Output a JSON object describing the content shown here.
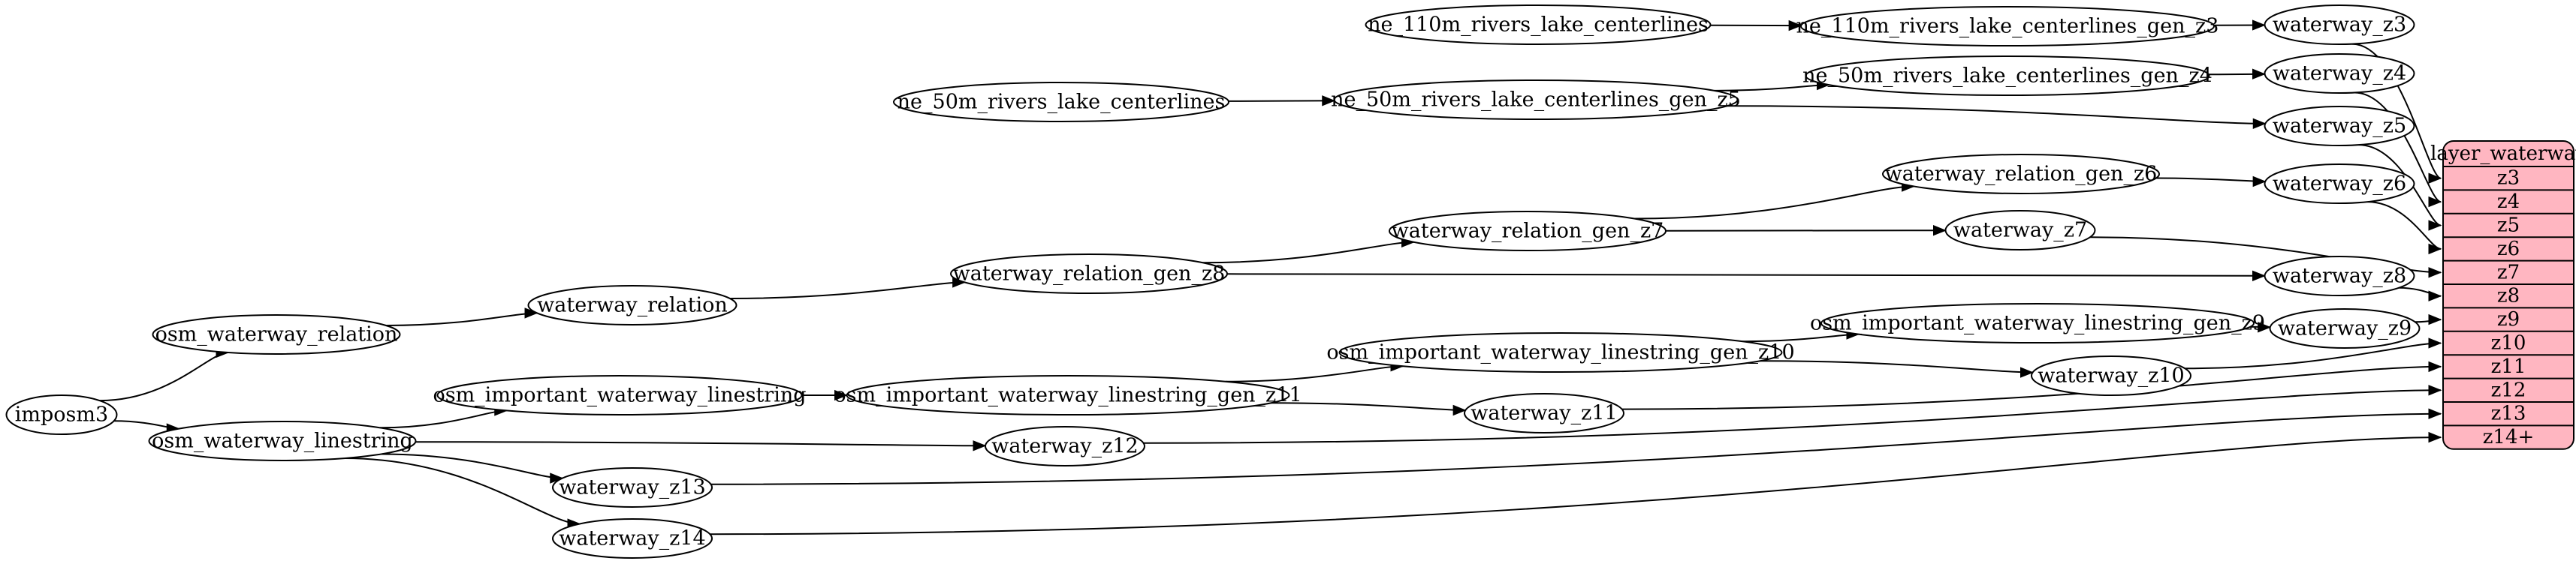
{
  "diagram": {
    "kind": "dataflow-graph",
    "direction": "left-to-right",
    "background": "#ffffff"
  },
  "colors": {
    "node_fill": "#ffffff",
    "node_stroke": "#000000",
    "edge_color": "#000000",
    "table_fill": "#ffb6c1",
    "table_stroke": "#000000",
    "text_color": "#000000"
  },
  "nodes": [
    {
      "id": "imposm3",
      "label": "imposm3"
    },
    {
      "id": "osm_waterway_relation",
      "label": "osm_waterway_relation"
    },
    {
      "id": "waterway_relation",
      "label": "waterway_relation"
    },
    {
      "id": "waterway_relation_gen_z8",
      "label": "waterway_relation_gen_z8"
    },
    {
      "id": "waterway_relation_gen_z7",
      "label": "waterway_relation_gen_z7"
    },
    {
      "id": "waterway_relation_gen_z6",
      "label": "waterway_relation_gen_z6"
    },
    {
      "id": "osm_waterway_linestring",
      "label": "osm_waterway_linestring"
    },
    {
      "id": "osm_important_waterway_linestring",
      "label": "osm_important_waterway_linestring"
    },
    {
      "id": "osm_important_waterway_linestring_gen_z11",
      "label": "osm_important_waterway_linestring_gen_z11"
    },
    {
      "id": "osm_important_waterway_linestring_gen_z10",
      "label": "osm_important_waterway_linestring_gen_z10"
    },
    {
      "id": "osm_important_waterway_linestring_gen_z9",
      "label": "osm_important_waterway_linestring_gen_z9"
    },
    {
      "id": "ne_110m_rivers_lake_centerlines",
      "label": "ne_110m_rivers_lake_centerlines"
    },
    {
      "id": "ne_110m_rivers_lake_centerlines_gen_z3",
      "label": "ne_110m_rivers_lake_centerlines_gen_z3"
    },
    {
      "id": "ne_50m_rivers_lake_centerlines",
      "label": "ne_50m_rivers_lake_centerlines"
    },
    {
      "id": "ne_50m_rivers_lake_centerlines_gen_z5",
      "label": "ne_50m_rivers_lake_centerlines_gen_z5"
    },
    {
      "id": "ne_50m_rivers_lake_centerlines_gen_z4",
      "label": "ne_50m_rivers_lake_centerlines_gen_z4"
    },
    {
      "id": "waterway_z3",
      "label": "waterway_z3"
    },
    {
      "id": "waterway_z4",
      "label": "waterway_z4"
    },
    {
      "id": "waterway_z5",
      "label": "waterway_z5"
    },
    {
      "id": "waterway_z6",
      "label": "waterway_z6"
    },
    {
      "id": "waterway_z7",
      "label": "waterway_z7"
    },
    {
      "id": "waterway_z8",
      "label": "waterway_z8"
    },
    {
      "id": "waterway_z9",
      "label": "waterway_z9"
    },
    {
      "id": "waterway_z10",
      "label": "waterway_z10"
    },
    {
      "id": "waterway_z11",
      "label": "waterway_z11"
    },
    {
      "id": "waterway_z12",
      "label": "waterway_z12"
    },
    {
      "id": "waterway_z13",
      "label": "waterway_z13"
    },
    {
      "id": "waterway_z14",
      "label": "waterway_z14"
    }
  ],
  "table": {
    "id": "layer_waterway",
    "title": "layer_waterway",
    "rows": [
      "z3",
      "z4",
      "z5",
      "z6",
      "z7",
      "z8",
      "z9",
      "z10",
      "z11",
      "z12",
      "z13",
      "z14+"
    ]
  },
  "edges": [
    {
      "from": "imposm3",
      "to": "osm_waterway_relation"
    },
    {
      "from": "imposm3",
      "to": "osm_waterway_linestring"
    },
    {
      "from": "osm_waterway_relation",
      "to": "waterway_relation"
    },
    {
      "from": "waterway_relation",
      "to": "waterway_relation_gen_z8"
    },
    {
      "from": "waterway_relation_gen_z8",
      "to": "waterway_relation_gen_z7"
    },
    {
      "from": "waterway_relation_gen_z8",
      "to": "waterway_z8"
    },
    {
      "from": "waterway_relation_gen_z7",
      "to": "waterway_relation_gen_z6"
    },
    {
      "from": "waterway_relation_gen_z7",
      "to": "waterway_z7"
    },
    {
      "from": "waterway_relation_gen_z6",
      "to": "waterway_z6"
    },
    {
      "from": "osm_waterway_linestring",
      "to": "osm_important_waterway_linestring"
    },
    {
      "from": "osm_waterway_linestring",
      "to": "waterway_z12"
    },
    {
      "from": "osm_waterway_linestring",
      "to": "waterway_z13"
    },
    {
      "from": "osm_waterway_linestring",
      "to": "waterway_z14"
    },
    {
      "from": "osm_important_waterway_linestring",
      "to": "osm_important_waterway_linestring_gen_z11"
    },
    {
      "from": "osm_important_waterway_linestring_gen_z11",
      "to": "osm_important_waterway_linestring_gen_z10"
    },
    {
      "from": "osm_important_waterway_linestring_gen_z11",
      "to": "waterway_z11"
    },
    {
      "from": "osm_important_waterway_linestring_gen_z10",
      "to": "osm_important_waterway_linestring_gen_z9"
    },
    {
      "from": "osm_important_waterway_linestring_gen_z10",
      "to": "waterway_z10"
    },
    {
      "from": "osm_important_waterway_linestring_gen_z9",
      "to": "waterway_z9"
    },
    {
      "from": "ne_110m_rivers_lake_centerlines",
      "to": "ne_110m_rivers_lake_centerlines_gen_z3"
    },
    {
      "from": "ne_110m_rivers_lake_centerlines_gen_z3",
      "to": "waterway_z3"
    },
    {
      "from": "ne_50m_rivers_lake_centerlines",
      "to": "ne_50m_rivers_lake_centerlines_gen_z5"
    },
    {
      "from": "ne_50m_rivers_lake_centerlines_gen_z5",
      "to": "ne_50m_rivers_lake_centerlines_gen_z4"
    },
    {
      "from": "ne_50m_rivers_lake_centerlines_gen_z5",
      "to": "waterway_z5"
    },
    {
      "from": "ne_50m_rivers_lake_centerlines_gen_z4",
      "to": "waterway_z4"
    },
    {
      "from": "waterway_z3",
      "to": "layer_waterway.z3"
    },
    {
      "from": "waterway_z4",
      "to": "layer_waterway.z4"
    },
    {
      "from": "waterway_z5",
      "to": "layer_waterway.z5"
    },
    {
      "from": "waterway_z6",
      "to": "layer_waterway.z6"
    },
    {
      "from": "waterway_z7",
      "to": "layer_waterway.z7"
    },
    {
      "from": "waterway_z8",
      "to": "layer_waterway.z8"
    },
    {
      "from": "waterway_z9",
      "to": "layer_waterway.z9"
    },
    {
      "from": "waterway_z10",
      "to": "layer_waterway.z10"
    },
    {
      "from": "waterway_z11",
      "to": "layer_waterway.z11"
    },
    {
      "from": "waterway_z12",
      "to": "layer_waterway.z12"
    },
    {
      "from": "waterway_z13",
      "to": "layer_waterway.z13"
    },
    {
      "from": "waterway_z14",
      "to": "layer_waterway.z14+"
    }
  ]
}
